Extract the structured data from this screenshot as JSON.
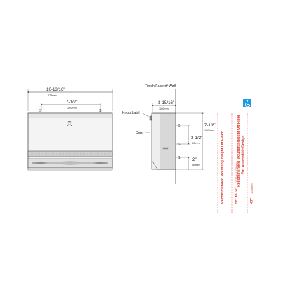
{
  "colors": {
    "line": "#333333",
    "panel_light": "#f2f2f2",
    "panel_dark": "#cfcfcf",
    "accent_red": "#d8392b",
    "accessibility_blue": "#1e9be0"
  },
  "front_view": {
    "width_in": "10-13/16\"",
    "width_mm": "275mm",
    "hole_spacing_in": "7-1/2\"",
    "hole_spacing_mm": "190mm",
    "hole_left": "S",
    "hole_right": "S"
  },
  "side_view": {
    "finish_face_label": "Finish Face of Wall",
    "depth_in": "3-15/16\"",
    "depth_mm": "100mm",
    "knob_latch_label": "Knob Latch",
    "door_label": "Door",
    "height_in": "7-1/8\"",
    "height_mm": "180mm",
    "hole_spacing_in": "3-1/2\"",
    "hole_spacing_mm": "90mm",
    "bottom_offset_in": "2\"",
    "bottom_offset_mm": "50mm",
    "hole_marks": [
      "S",
      "S",
      "S"
    ]
  },
  "mounting": {
    "std_height_label": "Recommended Mounting Height Off Floor",
    "std_height_value": "58\" to 62\"",
    "std_height_mm": "1475 to 1575mm",
    "ada_height_label": "Recommended Mounting Height Off Floor",
    "ada_height_sub": "For Accessible Design",
    "ada_height_value": "47\"",
    "ada_height_mm": "1195mm",
    "accessibility_icon": "wheelchair-icon"
  }
}
